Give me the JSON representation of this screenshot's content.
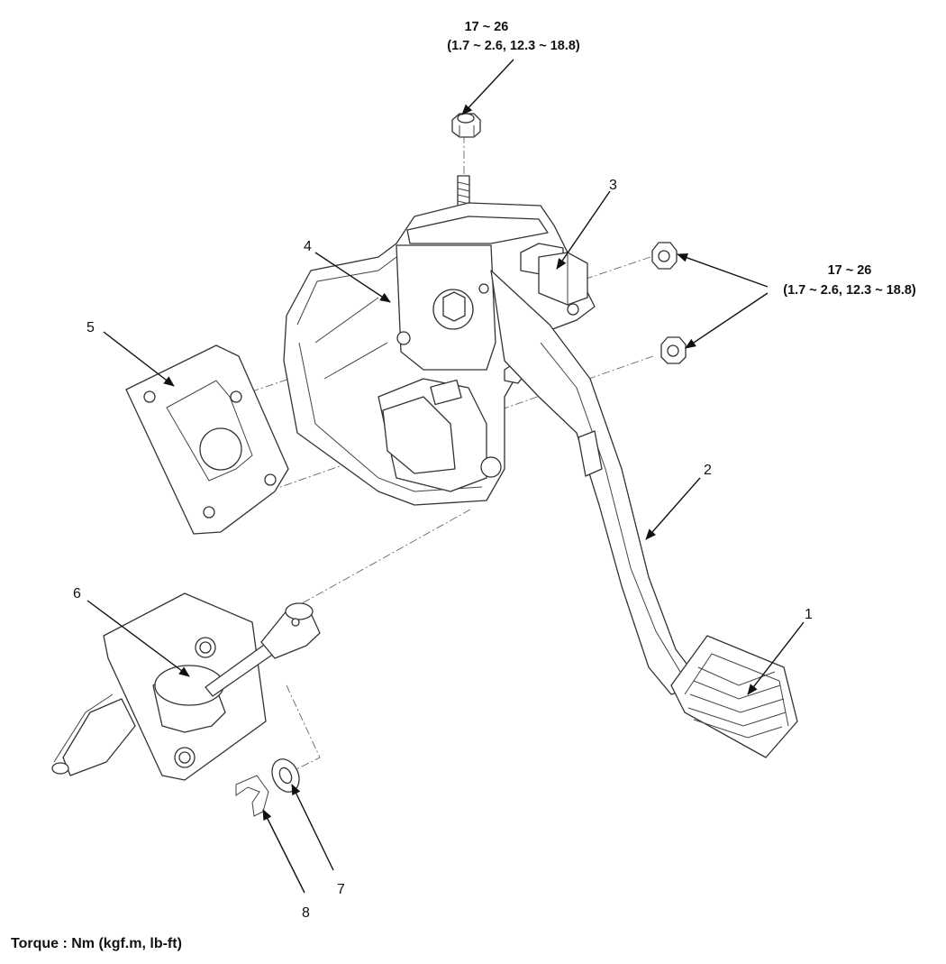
{
  "callouts": {
    "c1": "1",
    "c2": "2",
    "c3": "3",
    "c4": "4",
    "c5": "5",
    "c6": "6",
    "c7": "7",
    "c8": "8"
  },
  "torque_top": {
    "line1": "17 ~ 26",
    "line2": "(1.7 ~ 2.6, 12.3 ~ 18.8)"
  },
  "torque_right": {
    "line1": "17 ~ 26",
    "line2": "(1.7 ~ 2.6, 12.3 ~ 18.8)"
  },
  "footer": {
    "torque_unit": "Torque : Nm (kgf.m, lb-ft)"
  },
  "colors": {
    "line": "#333333",
    "background": "#ffffff"
  }
}
